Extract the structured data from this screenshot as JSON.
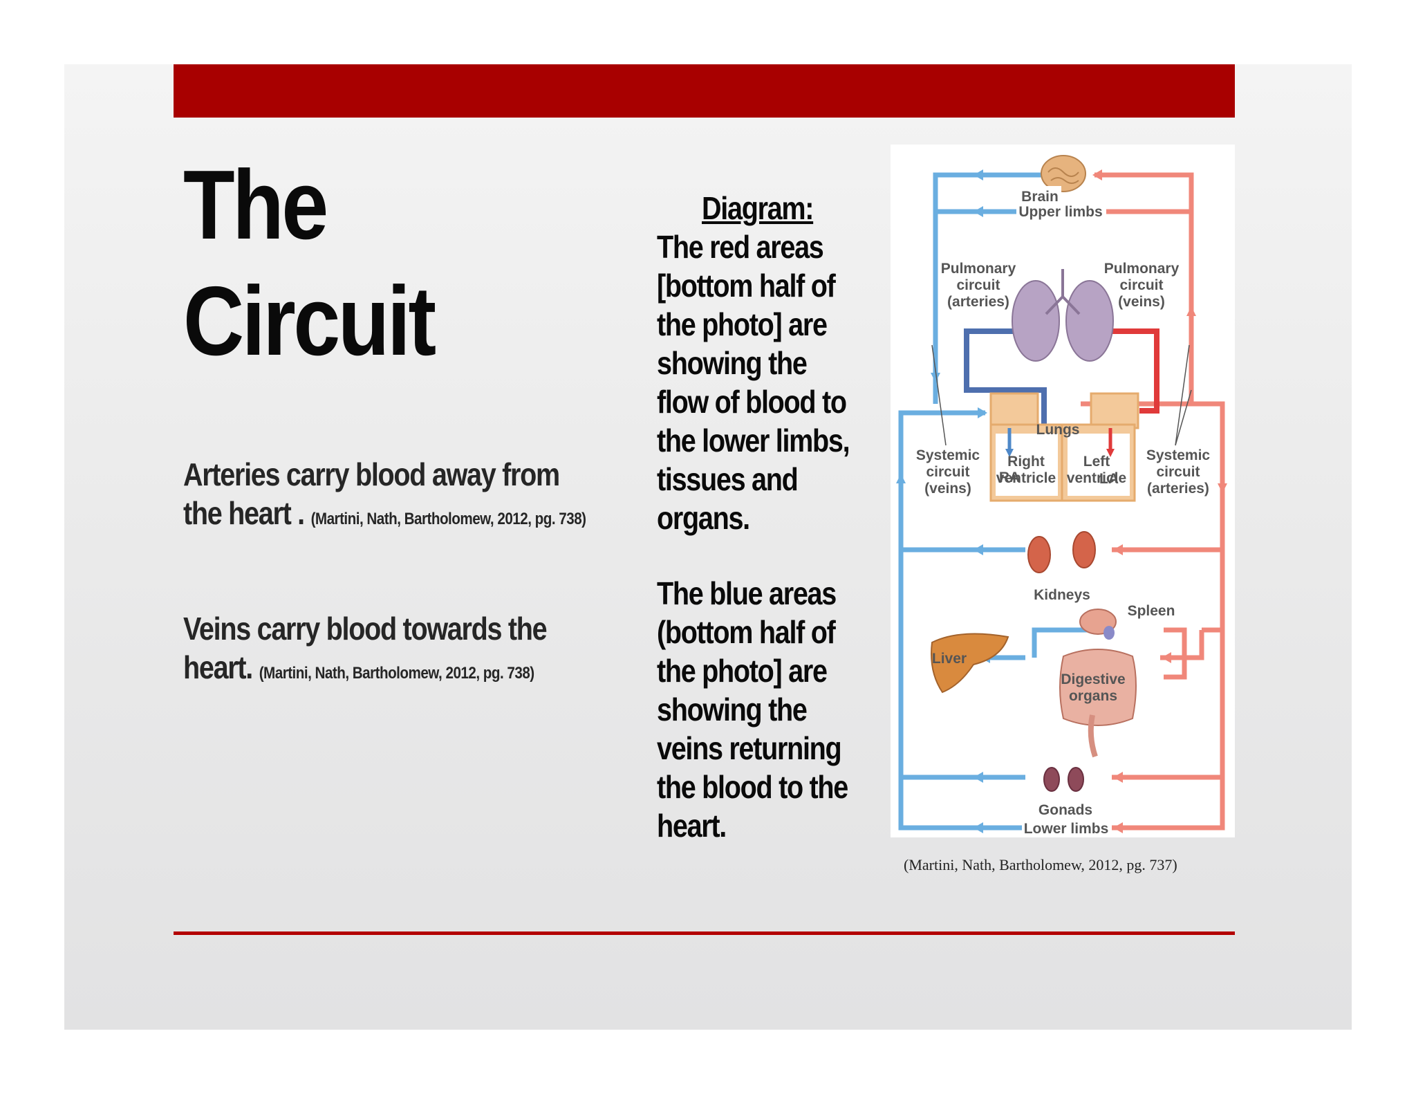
{
  "slide": {
    "title_line1": "The",
    "title_line2": "Circuit",
    "arteries": {
      "line1": "Arteries carry blood away from",
      "line2": "the heart . ",
      "citation": "(Martini, Nath, Bartholomew, 2012, pg. 738)"
    },
    "veins": {
      "line1": "Veins carry blood towards the",
      "line2": "heart. ",
      "citation": "(Martini, Nath, Bartholomew, 2012, pg. 738)"
    },
    "diagram_heading": "Diagram:",
    "red_paragraph": [
      "The red areas",
      "[bottom half of",
      "the photo] are",
      "showing the",
      "flow of blood to",
      "the lower limbs,",
      "tissues and",
      "organs."
    ],
    "blue_paragraph": [
      "The blue areas",
      "(bottom half of",
      "the photo] are",
      "showing the",
      "veins returning",
      "the blood to the",
      "heart."
    ],
    "figure_citation": "(Martini, Nath, Bartholomew, 2012, pg. 737)"
  },
  "diagram": {
    "labels": {
      "brain": "Brain",
      "upper_limbs": "Upper limbs",
      "pulmonary_arteries": [
        "Pulmonary",
        "circuit",
        "(arteries)"
      ],
      "pulmonary_veins": [
        "Pulmonary",
        "circuit",
        "(veins)"
      ],
      "lungs": "Lungs",
      "ra": "RA",
      "la": "LA",
      "right_ventricle": [
        "Right",
        "ventricle"
      ],
      "left_ventricle": [
        "Left",
        "ventricle"
      ],
      "systemic_veins": [
        "Systemic",
        "circuit",
        "(veins)"
      ],
      "systemic_arteries": [
        "Systemic",
        "circuit",
        "(arteries)"
      ],
      "kidneys": "Kidneys",
      "spleen": "Spleen",
      "liver": "Liver",
      "digestive": [
        "Digestive",
        "organs"
      ],
      "gonads": "Gonads",
      "lower_limbs": "Lower limbs"
    },
    "colors": {
      "vein_blue": "#6aaee0",
      "artery_red": "#f0877a",
      "deep_red": "#e03a3a",
      "deep_blue": "#4e6fae",
      "heart_tan": "#f3c99a"
    }
  }
}
